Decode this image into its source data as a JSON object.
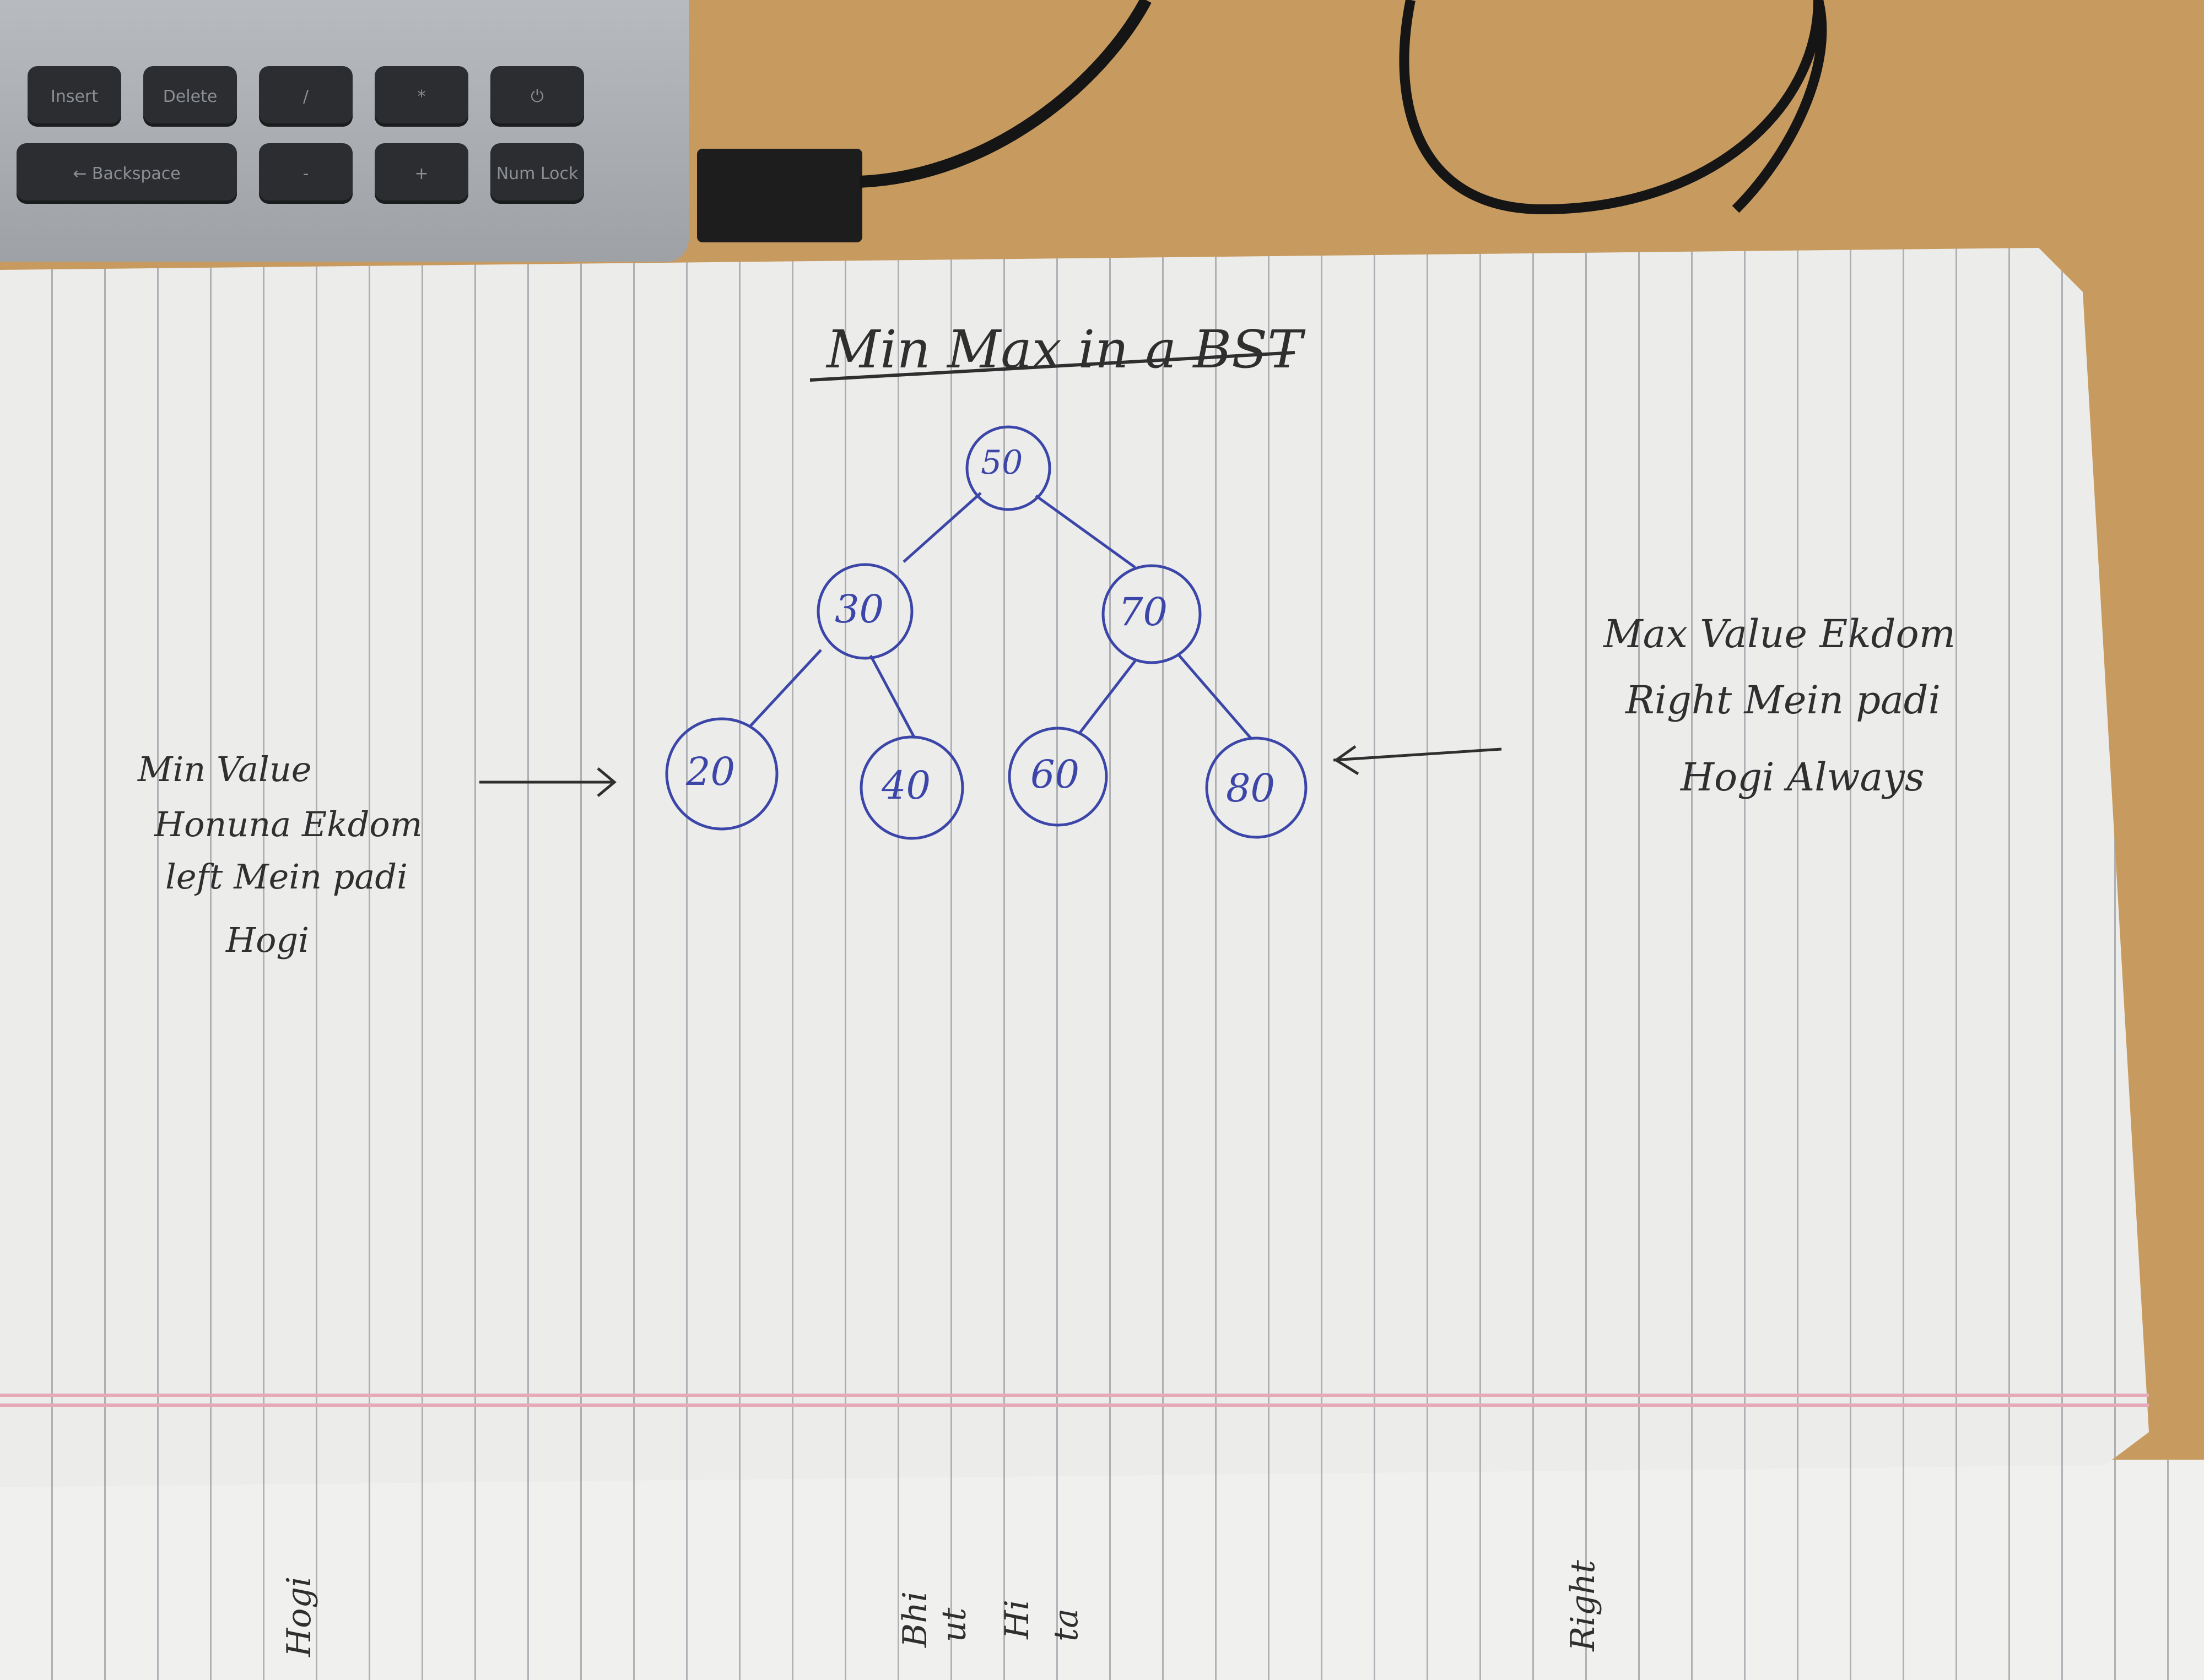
{
  "laptop": {
    "keys_row1": [
      "Insert",
      "Delete",
      "/",
      "*",
      "⏻"
    ],
    "keys_row2": [
      "← Backspace",
      "-",
      "+",
      "Num Lock"
    ]
  },
  "notebook": {
    "title": "Min Max in a BST",
    "tree": {
      "root": "50",
      "level1": [
        "30",
        "70"
      ],
      "level2": [
        "20",
        "40",
        "60",
        "80"
      ]
    },
    "left_note": [
      "Min Value",
      "Honuna Ekdom",
      "left Mein padi",
      "Hogi"
    ],
    "right_note": [
      "Max Value Ekdom",
      "Right Mein padi",
      "Hogi Always"
    ],
    "lower_page_fragments": [
      "Hogi",
      "Bhi",
      "ut",
      "Hi",
      "ta",
      "Right"
    ]
  },
  "colors": {
    "ink_blue": "#3b46a8",
    "ink_black": "#2f2f2f",
    "paper": "#ececea",
    "desk": "#c79a5f"
  }
}
